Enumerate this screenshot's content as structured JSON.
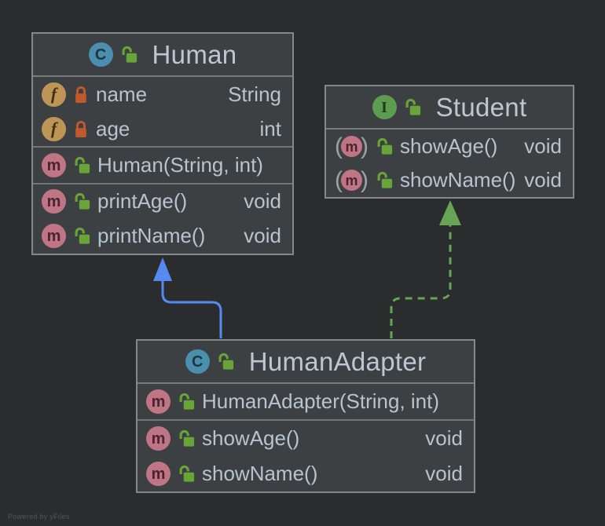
{
  "watermark": "Powered by yFiles",
  "icons": {
    "field_letter": "f",
    "method_letter": "m",
    "paren_open": "(",
    "paren_close": ")"
  },
  "colors": {
    "canvas_bg": "#2a2c2e",
    "node_bg": "#3d4043",
    "node_border": "#85878a",
    "text": "#b7c3ce",
    "edge_extends_blue": "#568af2",
    "edge_implements_green": "#68a455",
    "lock_closed_orange": "#c05a2d",
    "lock_open_green": "#69a438",
    "class_icon_teal": "#4a8fae",
    "interface_icon_green": "#5d9d50",
    "field_icon_gold": "#bd9657",
    "method_icon_rose": "#bf7583"
  },
  "nodes": {
    "human": {
      "kind": "class",
      "kind_letter": "C",
      "title": "Human",
      "members": {
        "name": {
          "label": "name",
          "type": "String"
        },
        "age": {
          "label": "age",
          "type": "int"
        },
        "ctor": {
          "label": "Human(String, int)",
          "type": ""
        },
        "printAge": {
          "label": "printAge()",
          "type": "void"
        },
        "printName": {
          "label": "printName()",
          "type": "void"
        }
      }
    },
    "student": {
      "kind": "interface",
      "kind_letter": "I",
      "title": "Student",
      "members": {
        "showAge": {
          "label": "showAge()",
          "type": "void"
        },
        "showName": {
          "label": "showName()",
          "type": "void"
        }
      }
    },
    "adapter": {
      "kind": "class",
      "kind_letter": "C",
      "title": "HumanAdapter",
      "members": {
        "ctor": {
          "label": "HumanAdapter(String, int)",
          "type": ""
        },
        "showAge": {
          "label": "showAge()",
          "type": "void"
        },
        "showName": {
          "label": "showName()",
          "type": "void"
        }
      }
    }
  },
  "edges": {
    "extends": {
      "from": "HumanAdapter",
      "to": "Human",
      "style": "solid blue generalization"
    },
    "implements": {
      "from": "HumanAdapter",
      "to": "Student",
      "style": "dashed green realization"
    }
  }
}
